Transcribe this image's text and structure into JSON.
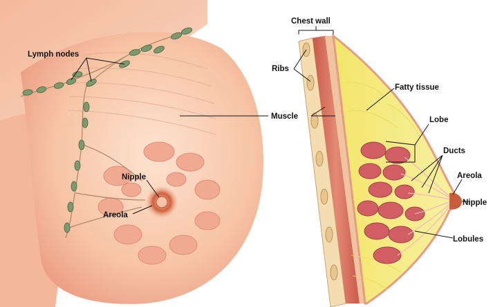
{
  "labels": {
    "lymph_nodes": "Lymph nodes",
    "nipple_left": "Nipple",
    "areola_left": "Areola",
    "chest_wall": "Chest wall",
    "ribs": "Ribs",
    "muscle": "Muscle",
    "fatty_tissue": "Fatty tissue",
    "lobe": "Lobe",
    "ducts": "Ducts",
    "areola_right": "Areola",
    "nipple_right": "Nipple",
    "lobules": "Lobules"
  },
  "colors": {
    "skin": "#f7c9ac",
    "skin_shadow": "#e79a7c",
    "fat": "#f5ec7a",
    "muscle": "#d9705d",
    "lobule": "#d05a5e",
    "lymph_node": "#7e9a6c",
    "areola": "#c85d3c"
  }
}
